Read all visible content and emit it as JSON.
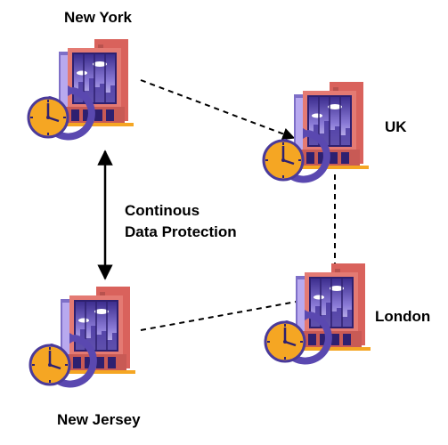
{
  "sites": [
    {
      "name": "New York"
    },
    {
      "name": "UK"
    },
    {
      "name": "London"
    },
    {
      "name": "New Jersey"
    }
  ],
  "link_label": {
    "line1": "Continous",
    "line2": "Data Protection"
  },
  "colors": {
    "building_brick": "#e47a73",
    "building_dark": "#b8524e",
    "window_frame": "#3b2a8a",
    "window_sky": "#7b68c9",
    "clock_face": "#f5a623",
    "clock_ring": "#4a3a9a",
    "line": "#000000"
  }
}
